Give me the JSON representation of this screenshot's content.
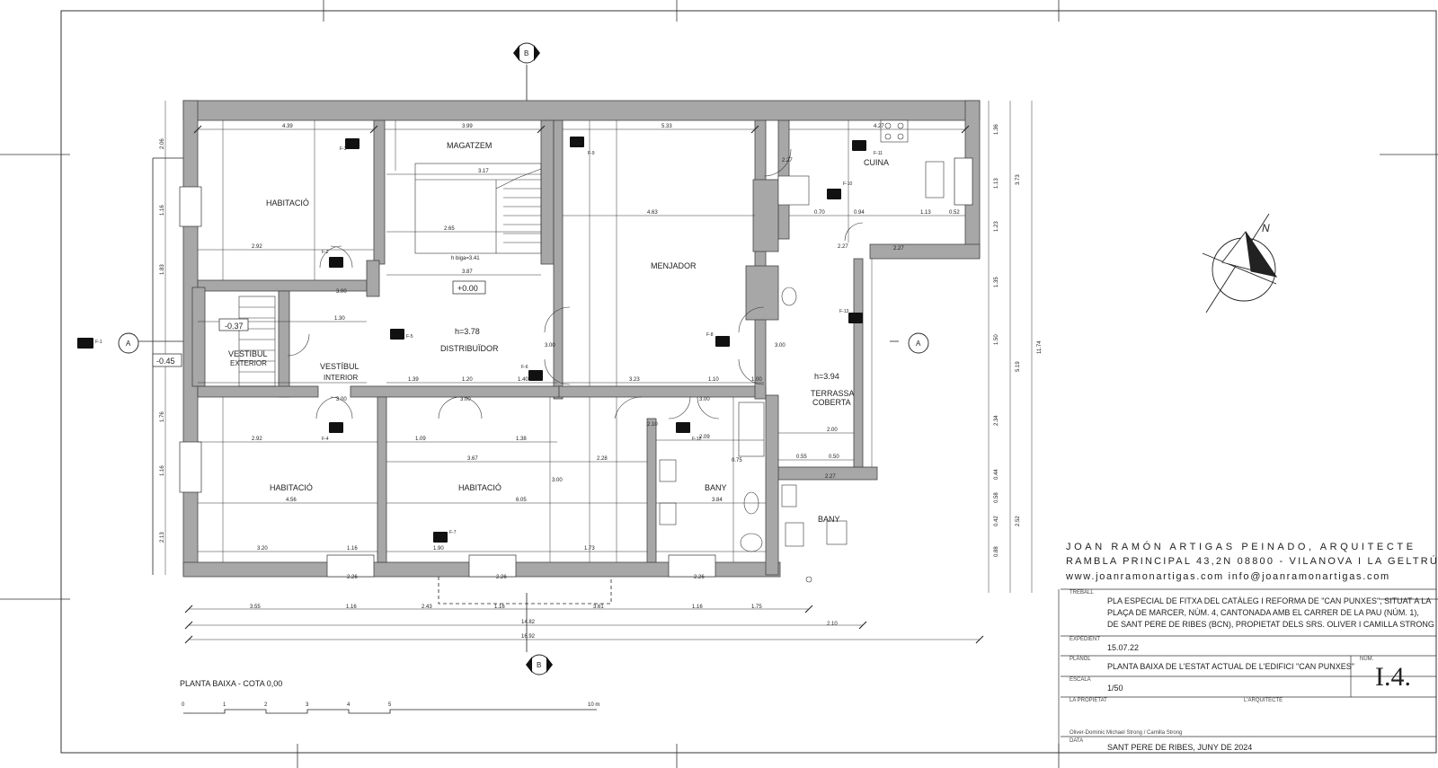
{
  "rooms": [
    {
      "id": "hab1",
      "label": "HABITACIÓ"
    },
    {
      "id": "magatzem",
      "label": "MAGATZEM"
    },
    {
      "id": "menjador",
      "label": "MENJADOR"
    },
    {
      "id": "cuina",
      "label": "CUINA"
    },
    {
      "id": "vest-ext-1",
      "label": "VESTIBUL"
    },
    {
      "id": "vest-ext-2",
      "label": "EXTERIOR"
    },
    {
      "id": "vest-int-1",
      "label": "VESTÍBUL"
    },
    {
      "id": "vest-int-2",
      "label": "INTERIOR"
    },
    {
      "id": "distribuidor",
      "label": "DISTRIBUÏDOR"
    },
    {
      "id": "terrassa-1",
      "label": "TERRASSA"
    },
    {
      "id": "terrassa-2",
      "label": "COBERTA"
    },
    {
      "id": "hab2",
      "label": "HABITACIÓ"
    },
    {
      "id": "hab3",
      "label": "HABITACIÓ"
    },
    {
      "id": "bany1",
      "label": "BANY"
    },
    {
      "id": "bany2",
      "label": "BANY"
    }
  ],
  "levels": {
    "main": "+0.00",
    "vestibul": "-0.37",
    "exterior": "-0.45",
    "height_distribuidor": "h=3.78",
    "height_terrassa": "h=3.94",
    "biga": "h biga=3.41"
  },
  "section_marks": {
    "b": "B",
    "a": "A"
  },
  "photos": [
    "F-1",
    "F-2",
    "F-3",
    "F-4",
    "F-5",
    "F-6",
    "F-7",
    "F-8",
    "F-9",
    "F-10",
    "F-11",
    "F-12",
    "F-13"
  ],
  "dimensions": {
    "overall": [
      "16.92",
      "14.82",
      "2.10"
    ],
    "bottom_row": [
      "3.55",
      "1.16",
      "2.43",
      "1.16",
      "3.61",
      "1.16",
      "1.75"
    ],
    "top_row": [
      "4.39",
      "3.99",
      "5.33",
      "4.27"
    ],
    "interior": [
      "2.92",
      "3.17",
      "2.65",
      "3.87",
      "4.63",
      "1.30",
      "2.92",
      "3.67",
      "2.28",
      "6.05",
      "4.56",
      "3.84",
      "3.20",
      "1.90",
      "1.73",
      "1.16",
      "2.26",
      "2.26",
      "2.26",
      "3.23",
      "1.10",
      "1.00",
      "2.09",
      "2.00",
      "1.39",
      "1.20",
      "1.40",
      "1.09",
      "1.38",
      "0.70",
      "0.94",
      "1.13",
      "0.52",
      "2.27",
      "2.27",
      "2.27",
      "0.55",
      "0.50",
      "0.75"
    ],
    "vertical_right": [
      "1.36",
      "1.13",
      "1.23",
      "1.35",
      "1.50",
      "2.34",
      "0.44",
      "0.58",
      "0.42",
      "0.88",
      "3.73",
      "5.19",
      "2.52",
      "11.74"
    ],
    "vertical_left": [
      "2.06",
      "1.16",
      "1.83",
      "1.76",
      "1.16",
      "2.13"
    ],
    "door_widths": [
      "3.00",
      "3.00",
      "3.00",
      "3.00",
      "3.00",
      "3.00",
      "3.00",
      "2.10",
      "2.27"
    ]
  },
  "floor_title": "PLANTA BAIXA - COTA 0,00",
  "scale_bar": {
    "ticks": [
      "0",
      "1",
      "2",
      "3",
      "4",
      "5"
    ],
    "end": "10 m"
  },
  "north": "N",
  "architect": {
    "name": "JOAN RAMÓN ARTIGAS PEINADO, ARQUITECTE",
    "address": "RAMBLA PRINCIPAL 43,2N 08800 - VILANOVA I LA GELTRÚ",
    "web": "www.joanramonartigas.com info@joanramonartigas.com"
  },
  "title_block": {
    "treball_label": "TREBALL",
    "treball_lines": [
      "PLA ESPECIAL DE FITXA DEL CATÀLEG I REFORMA DE \"CAN PUNXES\", SITUAT A LA",
      "PLAÇA DE MARCER, NÚM. 4, CANTONADA AMB EL CARRER DE LA PAU (NÚM. 1),",
      "DE SANT PERE DE RIBES (BCN), PROPIETAT DELS SRS. OLIVER I CAMILLA STRONG"
    ],
    "expedient_label": "EXPEDIENT",
    "expedient": "15.07.22",
    "planol_label": "PLÀNOL",
    "planol": "PLANTA BAIXA DE L'ESTAT ACTUAL DE L'EDIFICI \"CAN PUNXES\"",
    "num_label": "NÚM.",
    "num": "I.4.",
    "escala_label": "ESCALA",
    "escala": "1/50",
    "propietat_label": "LA PROPIETAT",
    "arquitecte_label": "L'ARQUITECTE",
    "owners": "Oliver-Dominic Michael Strong / Camilla Strong",
    "data_label": "DATA",
    "data": "SANT PERE DE RIBES, JUNY DE 2024"
  }
}
